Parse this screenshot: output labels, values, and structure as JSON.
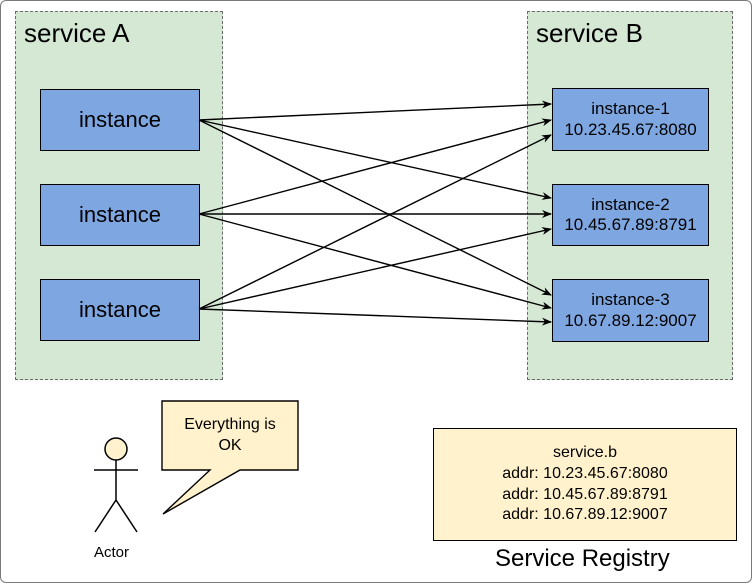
{
  "service_a": {
    "title": "service A",
    "instances": [
      {
        "label": "instance"
      },
      {
        "label": "instance"
      },
      {
        "label": "instance"
      }
    ]
  },
  "service_b": {
    "title": "service B",
    "instances": [
      {
        "name": "instance-1",
        "addr": "10.23.45.67:8080"
      },
      {
        "name": "instance-2",
        "addr": "10.45.67.89:8791"
      },
      {
        "name": "instance-3",
        "addr": "10.67.89.12:9007"
      }
    ]
  },
  "actor": {
    "label": "Actor",
    "speech_line1": "Everything is",
    "speech_line2": "OK"
  },
  "registry": {
    "title": "Service Registry",
    "service": "service.b",
    "entries": [
      "addr: 10.23.45.67:8080",
      "addr: 10.45.67.89:8791",
      "addr: 10.67.89.12:9007"
    ]
  },
  "colors": {
    "group_fill": "#d5e8d4",
    "instance_fill": "#7ea6e0",
    "note_fill": "#fff2cc"
  }
}
